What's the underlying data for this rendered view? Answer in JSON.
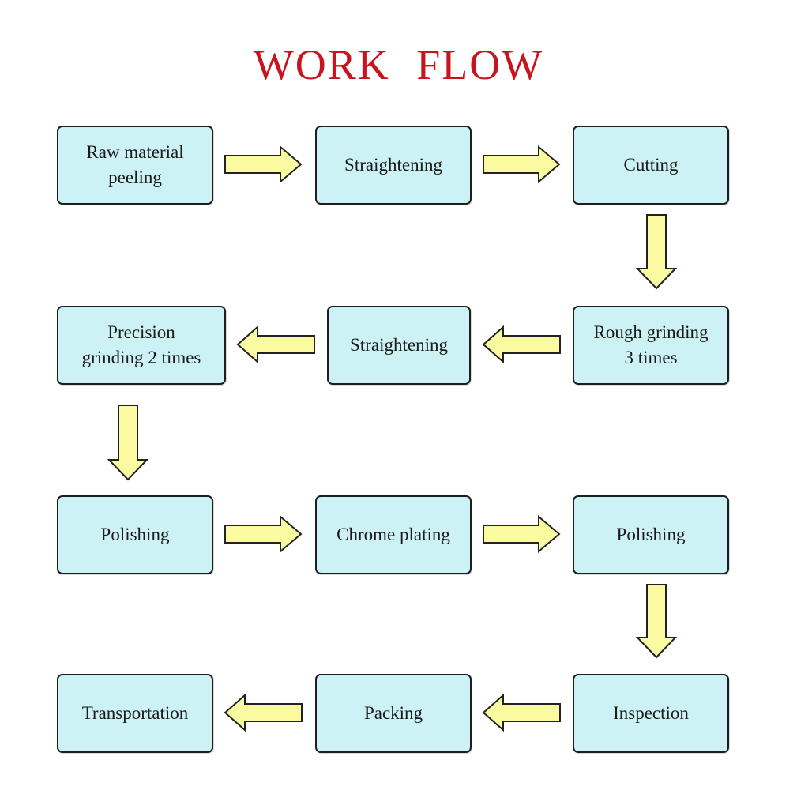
{
  "title": "WORK FLOW",
  "colors": {
    "title": "#c8141e",
    "box_fill": "#cdf2f6",
    "box_border": "#1e1e1e",
    "arrow_fill": "#fafaa0"
  },
  "steps": [
    {
      "label": "Raw material\npeeling"
    },
    {
      "label": "Straightening"
    },
    {
      "label": "Cutting"
    },
    {
      "label": "Rough grinding\n3 times"
    },
    {
      "label": "Straightening"
    },
    {
      "label": "Precision\ngrinding 2 times"
    },
    {
      "label": "Polishing"
    },
    {
      "label": "Chrome plating"
    },
    {
      "label": "Polishing"
    },
    {
      "label": "Inspection"
    },
    {
      "label": "Packing"
    },
    {
      "label": "Transportation"
    }
  ]
}
